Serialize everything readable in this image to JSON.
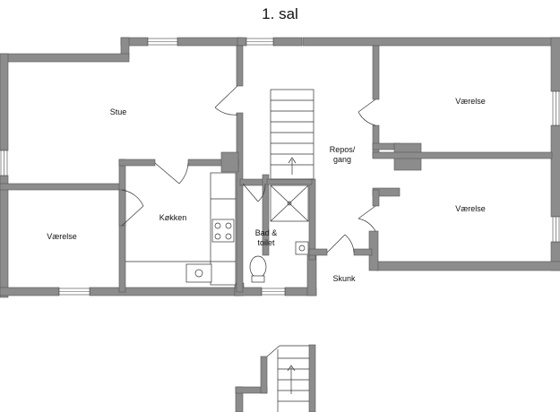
{
  "floor_title": "1. sal",
  "rooms": {
    "stue": "Stue",
    "vaerelse_right_top": "Værelse",
    "vaerelse_right_bottom": "Værelse",
    "vaerelse_left": "Værelse",
    "kokken": "Køkken",
    "repos_gang": "Repos/\ngang",
    "bad_toilet": "Bad &\ntoilet",
    "skunk": "Skunk"
  },
  "colors": {
    "wall": "#8c8c8c",
    "wall_edge": "#555555",
    "line": "#333333",
    "background": "#ffffff"
  }
}
